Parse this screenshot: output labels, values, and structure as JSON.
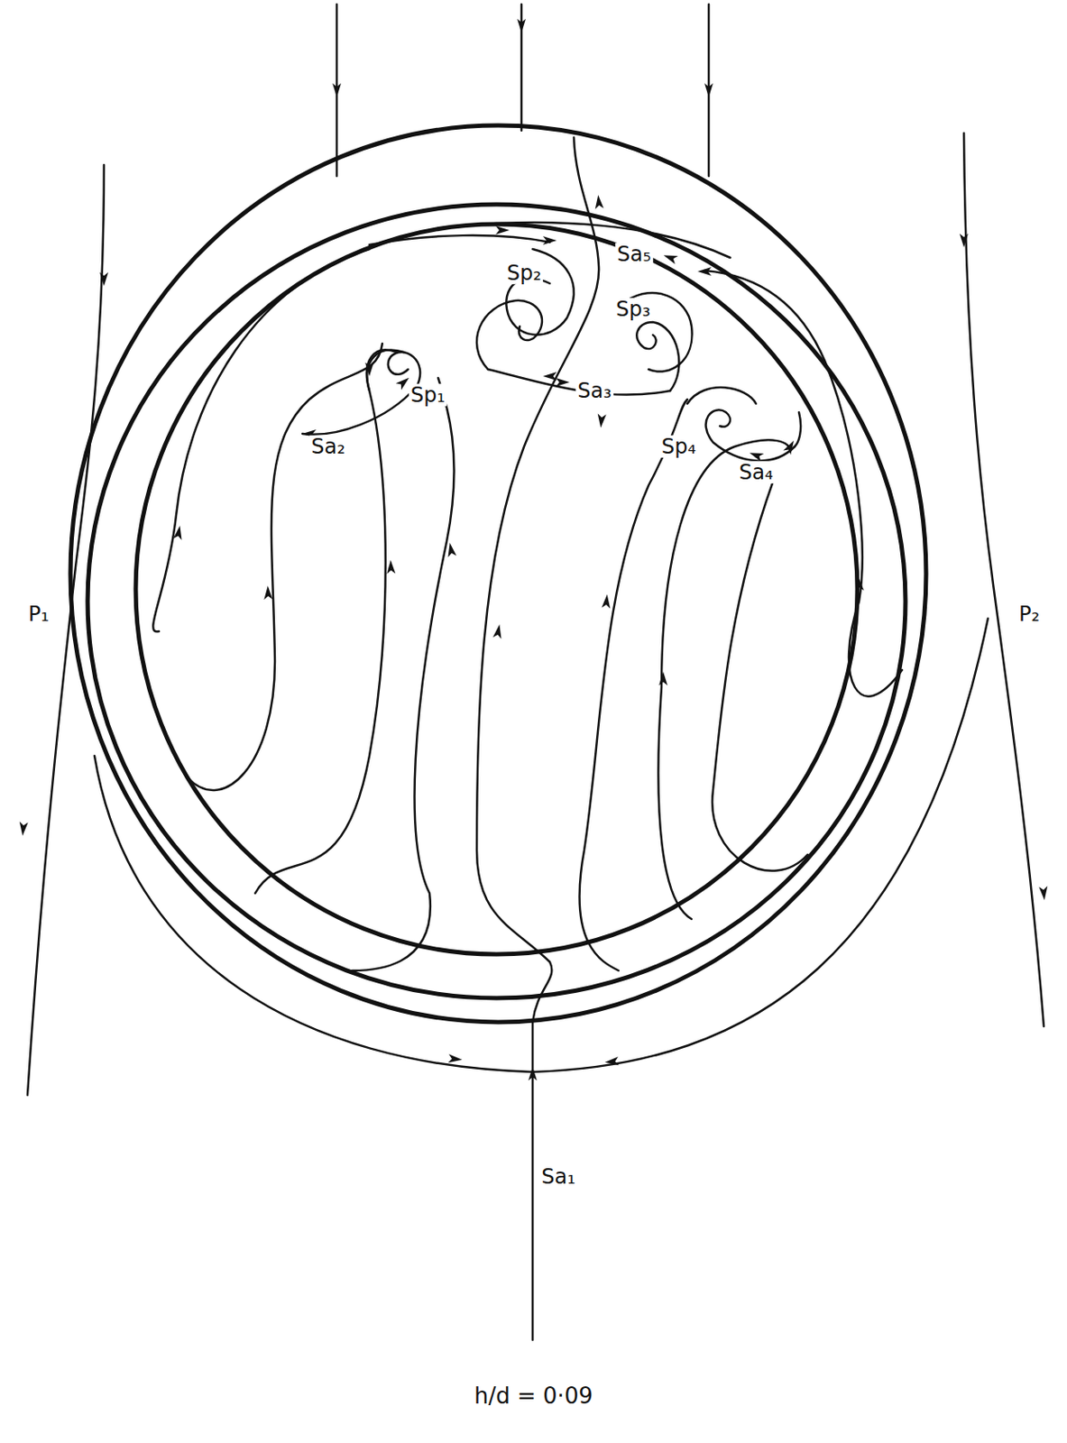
{
  "diagram": {
    "caption": "h/d = 0·09",
    "labels": [
      "Sa₅",
      "Sp₂",
      "Sp₃",
      "Sp₁",
      "Sa₃",
      "Sa₂",
      "Sp₄",
      "Sa₄",
      "P₁",
      "P₂",
      "Sa₁"
    ]
  }
}
